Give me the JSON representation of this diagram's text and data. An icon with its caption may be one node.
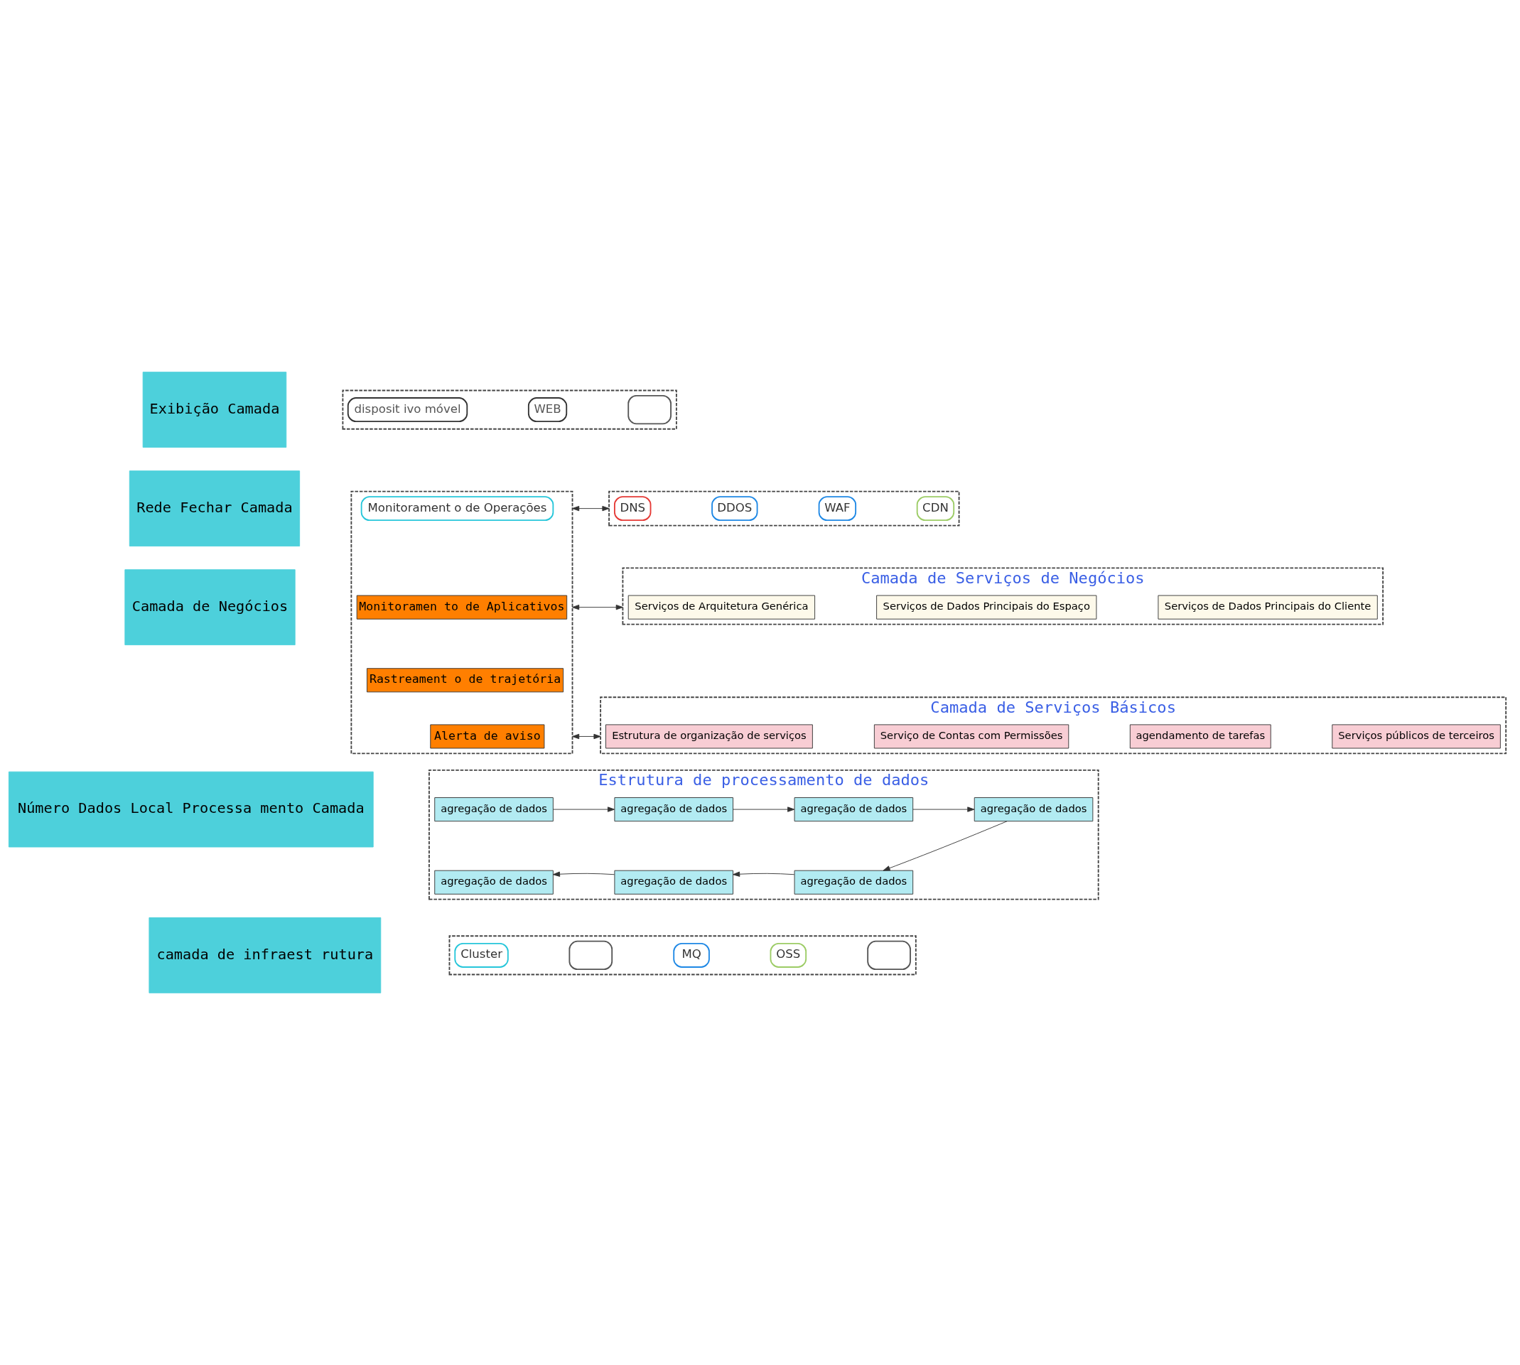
{
  "diagram": {
    "nodes": [
      {
        "text": [
          "Exibição Camada"
        ]
      },
      {
        "text": [],
        "shape": "box"
      },
      {
        "text": [
          "disposit ivo móvel"
        ],
        "in": 1
      },
      {
        "text": [
          "WEB"
        ],
        "in": 1
      },
      {
        "text": [],
        "shape": "box",
        "in": 1
      },
      {
        "text": [
          "Rede Fechar Camada"
        ]
      },
      {
        "text": [],
        "shape": "box"
      },
      {
        "text": [
          "Monitorament o de Operações"
        ],
        "in": 6
      },
      {
        "text": [
          "Monitoramen to de Aplicativos"
        ],
        "in": 6
      },
      {
        "text": [
          "Rastreament o de trajetória"
        ],
        "in": 6
      },
      {
        "text": [
          "Alerta de aviso"
        ],
        "in": 6
      },
      {
        "text": [],
        "shape": "box"
      },
      {
        "text": [
          "DNS"
        ],
        "in": 11
      },
      {
        "text": [
          "DDOS"
        ],
        "in": 11
      },
      {
        "text": [
          "WAF"
        ],
        "in": 11
      },
      {
        "text": [
          "CDN"
        ],
        "in": 11
      },
      {
        "text": [
          "Camada de Negócios"
        ]
      },
      {
        "text": [
          "Camada de Serviços de Negócios"
        ]
      },
      {
        "text": [
          "Serviços de Arquitetura Genérica"
        ],
        "in": 17
      },
      {
        "text": [
          "Serviços de Dados Principais do Espaço"
        ],
        "in": 17
      },
      {
        "text": [
          "Serviços de Dados Principais do Cliente"
        ],
        "in": 17
      },
      {
        "text": [
          "Camada de Serviços Básicos"
        ]
      },
      {
        "text": [
          "Estrutura de organização de serviços"
        ],
        "in": 21
      },
      {
        "text": [
          "Serviço de Contas com Permissões"
        ],
        "in": 21
      },
      {
        "text": [
          "agendamento de tarefas"
        ],
        "in": 21
      },
      {
        "text": [
          "Serviços públicos de terceiros"
        ],
        "in": 21
      },
      {
        "text": [
          "Número Dados Local Processa mento Camada"
        ]
      },
      {
        "text": [
          "Estrutura de processamento de dados"
        ]
      },
      {
        "text": [
          "agregação de dados"
        ],
        "in": 27
      },
      {
        "text": [
          "agregação de dados"
        ],
        "in": 27
      },
      {
        "text": [
          "agregação de dados"
        ],
        "in": 27
      },
      {
        "text": [
          "agregação de dados"
        ],
        "in": 27
      },
      {
        "text": [
          "agregação de dados"
        ],
        "in": 27
      },
      {
        "text": [
          "agregação de dados"
        ],
        "in": 27
      },
      {
        "text": [
          "agregação de dados"
        ],
        "in": 27
      },
      {
        "text": [
          "camada de infraest rutura"
        ]
      },
      {
        "text": [],
        "shape": "box"
      },
      {
        "text": [
          "Cluster"
        ],
        "in": 36
      },
      {
        "text": [],
        "shape": "box",
        "in": 36
      },
      {
        "text": [
          "MQ"
        ],
        "in": 36
      },
      {
        "text": [
          "OSS"
        ],
        "in": 36
      },
      {
        "text": [],
        "shape": "box",
        "in": 36
      }
    ],
    "edges": [
      {
        "from": 6,
        "to": 11,
        "arrow": "both"
      },
      {
        "from": 6,
        "to": 17,
        "arrow": "both"
      },
      {
        "from": 6,
        "to": 21,
        "arrow": "both"
      },
      {
        "from": 28,
        "to": 29,
        "arrow": "to"
      },
      {
        "from": 29,
        "to": 30,
        "arrow": "to"
      },
      {
        "from": 30,
        "to": 31,
        "arrow": "to"
      },
      {
        "from": 31,
        "to": 34,
        "arrow": "to"
      },
      {
        "from": 34,
        "to": 33,
        "arrow": "to"
      },
      {
        "from": 33,
        "to": 32,
        "arrow": "to"
      }
    ]
  }
}
